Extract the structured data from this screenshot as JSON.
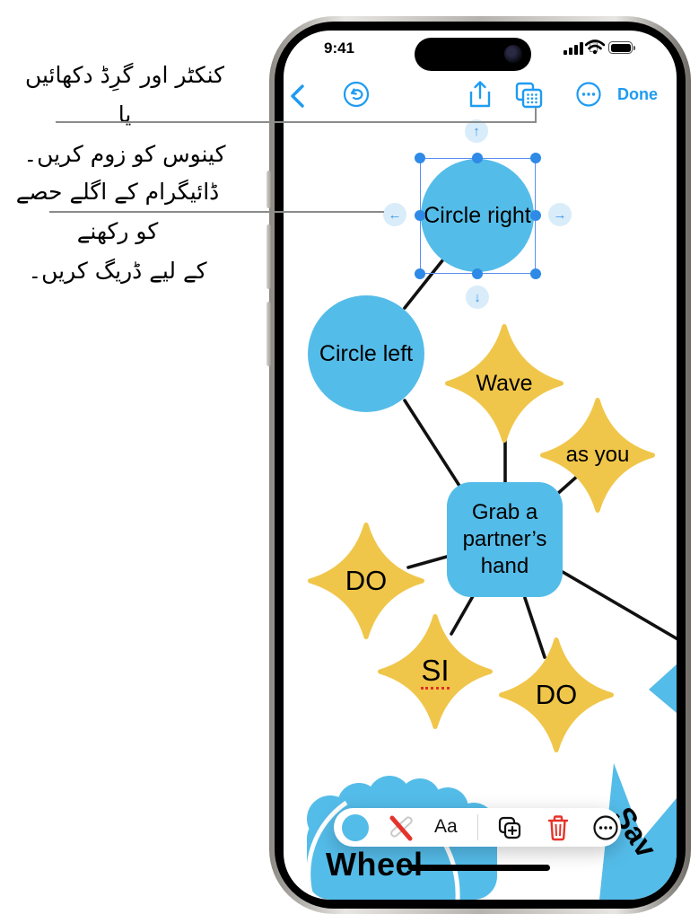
{
  "status": {
    "time": "9:41",
    "battery_level": "full",
    "icons": [
      "cellular-signal-icon",
      "wifi-icon",
      "battery-icon"
    ]
  },
  "nav": {
    "done_label": "Done",
    "icons": [
      "back-chevron-icon",
      "undo-icon",
      "share-icon",
      "grid-connector-icon",
      "more-icon"
    ]
  },
  "callouts": {
    "show_grid": {
      "line1": "کنکٹر اور گرِڈ دکھائیں یا",
      "line2": "کینوس کو زوم کریں۔"
    },
    "drag_shape": {
      "line1": "ڈائیگرام کے اگلے حصے کو رکھنے",
      "line2": "کے لیے ڈریگ کریں۔"
    }
  },
  "diagram": {
    "shapes": {
      "circle_right": "Circle right",
      "circle_left": "Circle left",
      "wave": "Wave",
      "as_you": "as you",
      "grab": "Grab a partner’s hand",
      "do_left": "DO",
      "si": "SI",
      "do_bottom": "DO",
      "wheel": "Wheel",
      "sav_partial": "Sav"
    },
    "selection": {
      "selected_shape": "Circle right",
      "arrows": [
        "up",
        "down",
        "left",
        "right"
      ]
    }
  },
  "toolbar": {
    "text_style_label": "Aa",
    "icons": [
      "fill-color-swatch",
      "no-outline-pencil-icon",
      "text-style-button",
      "duplicate-icon",
      "delete-icon",
      "more-icon"
    ]
  },
  "colors": {
    "shape_blue": "#54bce9",
    "star_yellow": "#f0c64a",
    "tint_blue": "#1e9bf2",
    "handle_blue": "#2e8ae6",
    "delete_red": "#e5332a",
    "callout_gray": "#8b8b8b"
  }
}
